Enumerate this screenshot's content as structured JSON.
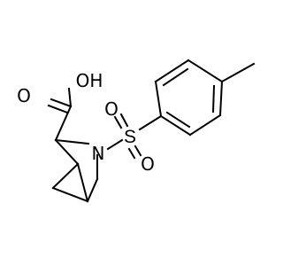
{
  "molecule": {
    "labels": {
      "carboxyl_o": "O",
      "hydroxyl": "OH",
      "nitrogen": "N",
      "sulfur": "S",
      "sulfonyl_o_top": "O",
      "sulfonyl_o_bottom": "O"
    }
  }
}
